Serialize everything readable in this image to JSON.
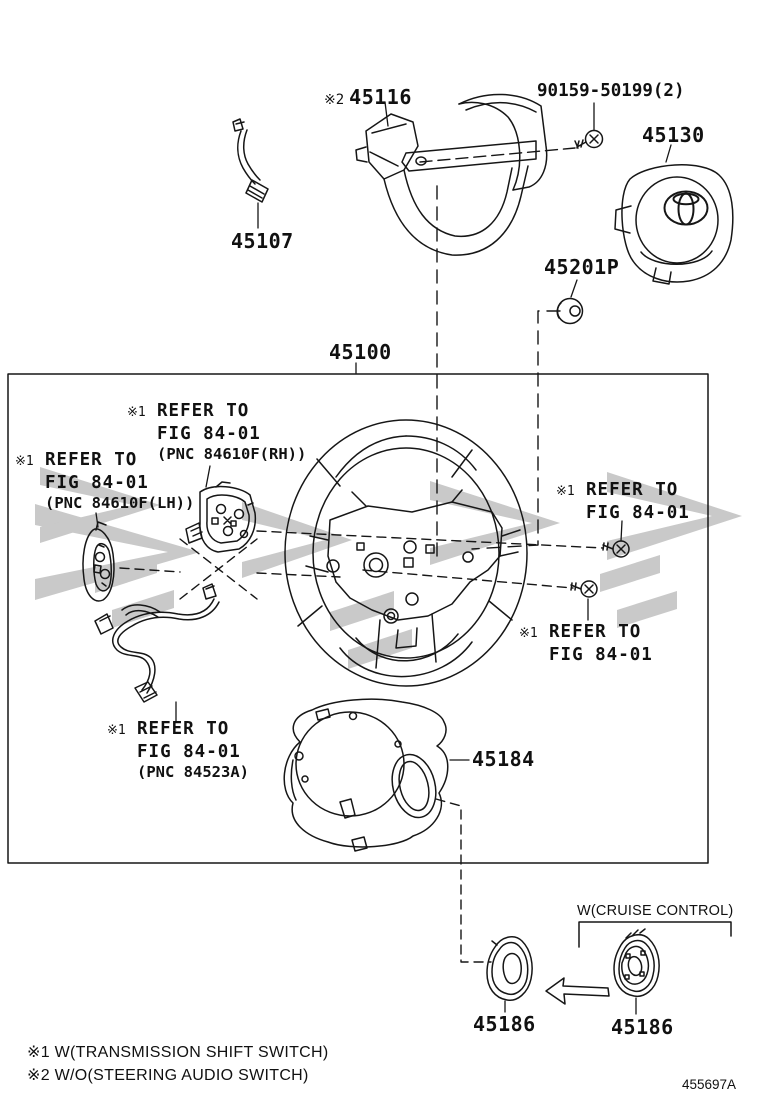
{
  "labels": {
    "p45116_mark": "※2",
    "p45116": "45116",
    "p90159": "90159-50199(2)",
    "p45130": "45130",
    "p45107": "45107",
    "p45201p": "45201P",
    "p45100": "45100",
    "p45184": "45184",
    "p45186_left": "45186",
    "p45186_right": "45186",
    "cruise_control": "W(CRUISE CONTROL)"
  },
  "refer_notes": {
    "rh": {
      "mark": "※1",
      "line1": "REFER TO",
      "line2": "FIG 84-01",
      "line3": "(PNC 84610F(RH))"
    },
    "lh": {
      "mark": "※1",
      "line1": "REFER TO",
      "line2": "FIG 84-01",
      "line3": "(PNC 84610F(LH))"
    },
    "screw_upper": {
      "mark": "※1",
      "line1": "REFER TO",
      "line2": "FIG 84-01"
    },
    "screw_lower": {
      "mark": "※1",
      "line1": "REFER TO",
      "line2": "FIG 84-01"
    },
    "harness": {
      "mark": "※1",
      "line1": "REFER TO",
      "line2": "FIG 84-01",
      "line3": "(PNC 84523A)"
    }
  },
  "footnotes": {
    "note1": "※1 W(TRANSMISSION SHIFT SWITCH)",
    "note2": "※2 W/O(STEERING AUDIO SWITCH)"
  },
  "doc_number": "455697A",
  "colors": {
    "line": "#161616",
    "watermark": "#c9c9c9"
  }
}
